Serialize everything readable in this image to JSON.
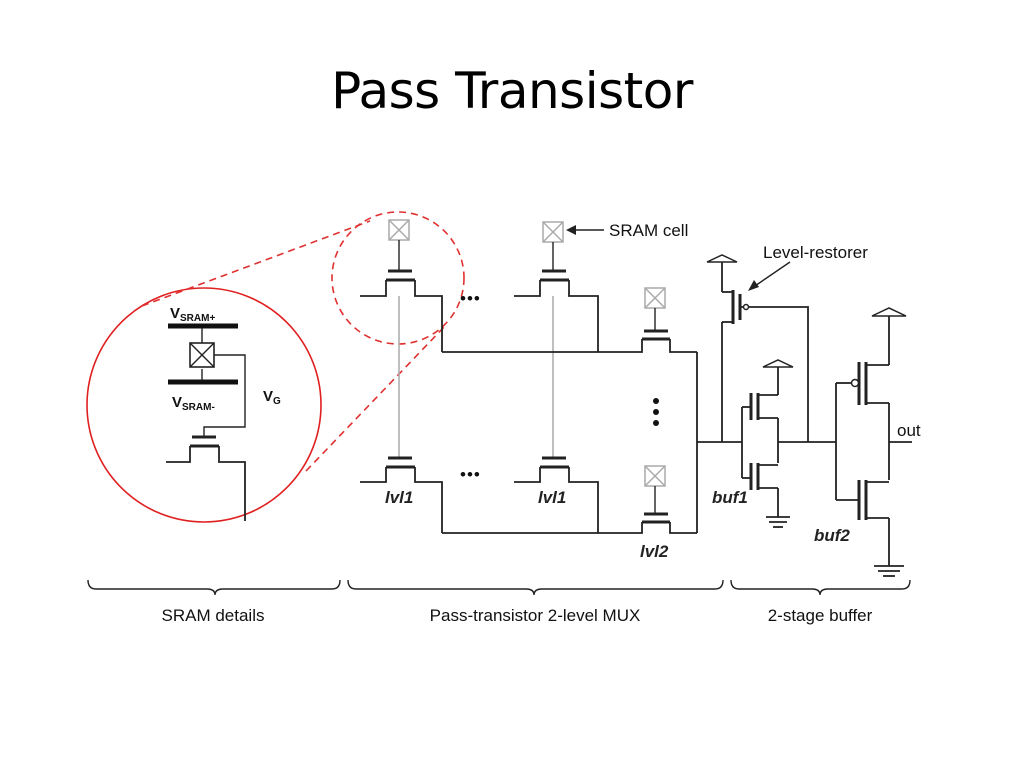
{
  "title": "Pass Transistor",
  "labels": {
    "sram_cell": "SRAM cell",
    "level_restorer": "Level-restorer",
    "out": "out",
    "lvl1_a": "lvl1",
    "lvl1_b": "lvl1",
    "lvl2": "lvl2",
    "buf1": "buf1",
    "buf2": "buf2",
    "vsram_plus_main": "V",
    "vsram_plus_sub": "SRAM+",
    "vsram_minus_main": "V",
    "vsram_minus_sub": "SRAM-",
    "vg_main": "V",
    "vg_sub": "G",
    "ellipsis_top": "•••",
    "ellipsis_bottom": "•••"
  },
  "sections": {
    "sram_details": "SRAM details",
    "mux": "Pass-transistor 2-level MUX",
    "buffer": "2-stage buffer"
  },
  "colors": {
    "highlight": "#e02020",
    "wire": "#222222",
    "cell_box": "#aaaaaa"
  }
}
